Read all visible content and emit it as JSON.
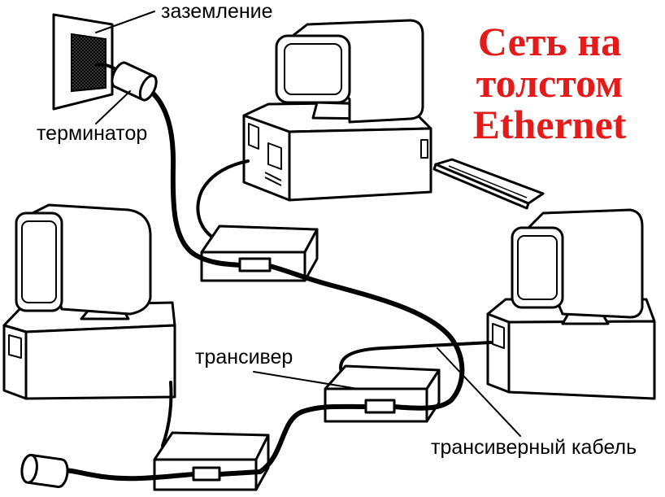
{
  "title": {
    "lines": [
      "Сеть на",
      "толстом",
      "Ethernet"
    ]
  },
  "labels": {
    "grounding": "заземление",
    "terminator": "терминатор",
    "transceiver": "трансивер",
    "transceiver_cable": "трансиверный кабель"
  },
  "colors": {
    "title": "#e41b1b",
    "ink": "#000000",
    "background": "#ffffff"
  }
}
